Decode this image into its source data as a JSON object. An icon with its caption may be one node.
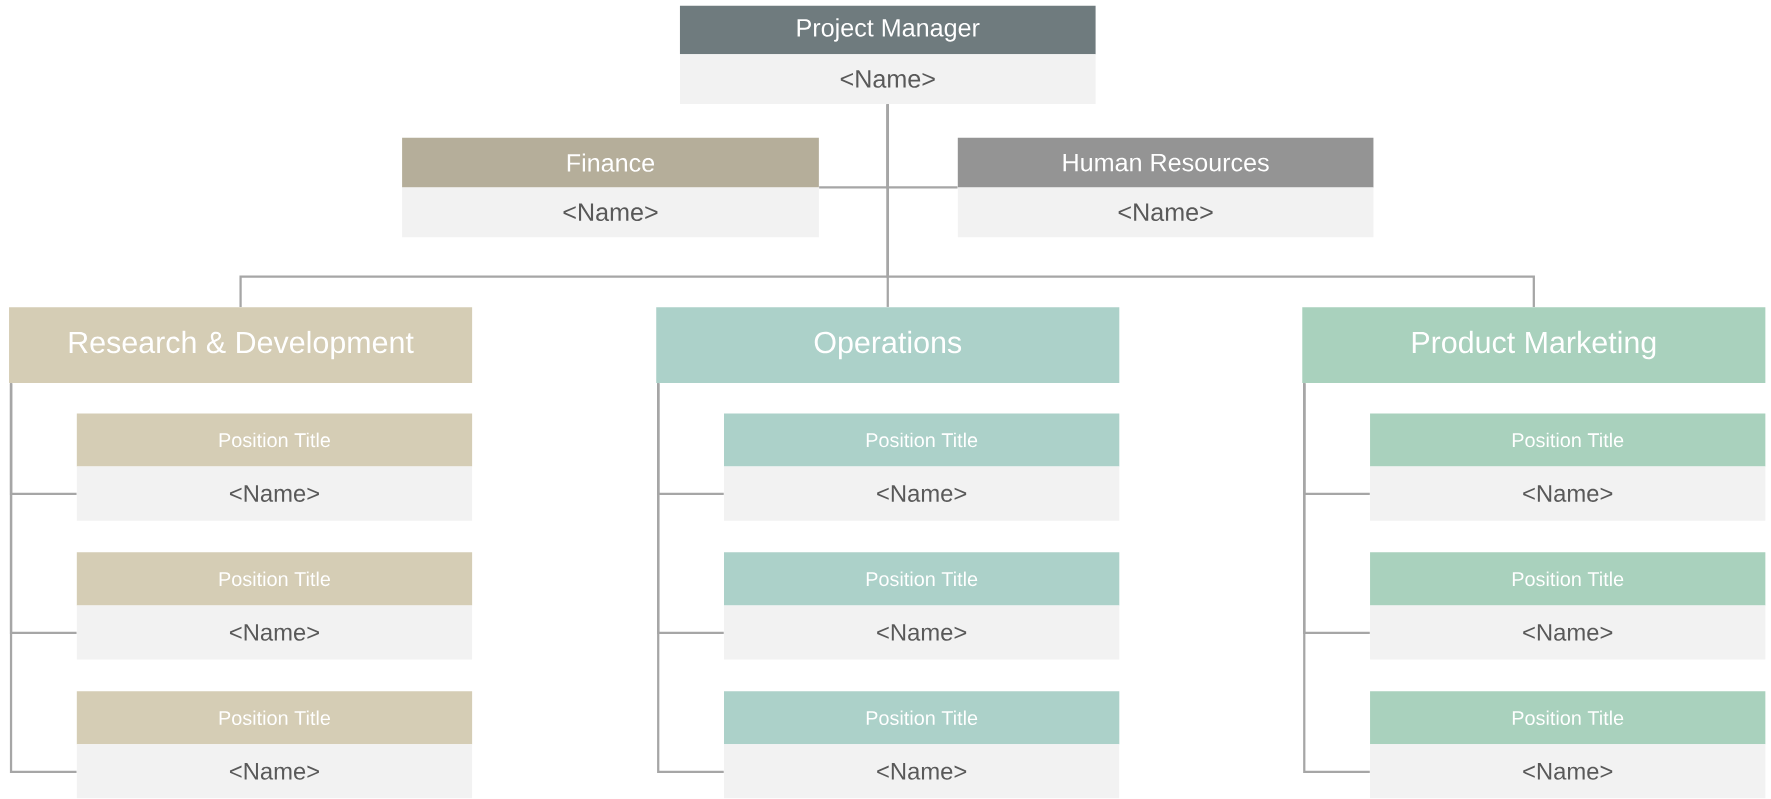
{
  "diagram": {
    "nodes": [
      {
        "text": [
          "Project Manager",
          "<Name>"
        ]
      },
      {
        "text": [
          "Finance",
          "<Name>"
        ]
      },
      {
        "text": [
          "Human Resources",
          "<Name>"
        ]
      },
      {
        "text": [
          "Research & Development"
        ]
      },
      {
        "text": [
          "Position Title",
          "<Name>"
        ]
      },
      {
        "text": [
          "Position Title",
          "<Name>"
        ]
      },
      {
        "text": [
          "Position Title",
          "<Name>"
        ]
      },
      {
        "text": [
          "Operations"
        ]
      },
      {
        "text": [
          "Position Title",
          "<Name>"
        ]
      },
      {
        "text": [
          "Position Title",
          "<Name>"
        ]
      },
      {
        "text": [
          "Position Title",
          "<Name>"
        ]
      },
      {
        "text": [
          "Product Marketing"
        ]
      },
      {
        "text": [
          "Position Title",
          "<Name>"
        ]
      },
      {
        "text": [
          "Position Title",
          "<Name>"
        ]
      },
      {
        "text": [
          "Position Title",
          "<Name>"
        ]
      }
    ],
    "edges": [
      {
        "from": 0,
        "to": 1,
        "arrow": "none"
      },
      {
        "from": 0,
        "to": 2,
        "arrow": "none"
      },
      {
        "from": 0,
        "to": 3,
        "arrow": "none"
      },
      {
        "from": 0,
        "to": 7,
        "arrow": "none"
      },
      {
        "from": 0,
        "to": 11,
        "arrow": "none"
      },
      {
        "from": 3,
        "to": 4,
        "arrow": "none"
      },
      {
        "from": 3,
        "to": 5,
        "arrow": "none"
      },
      {
        "from": 3,
        "to": 6,
        "arrow": "none"
      },
      {
        "from": 7,
        "to": 8,
        "arrow": "none"
      },
      {
        "from": 7,
        "to": 9,
        "arrow": "none"
      },
      {
        "from": 7,
        "to": 10,
        "arrow": "none"
      },
      {
        "from": 11,
        "to": 12,
        "arrow": "none"
      },
      {
        "from": 11,
        "to": 13,
        "arrow": "none"
      },
      {
        "from": 11,
        "to": 14,
        "arrow": "none"
      }
    ]
  }
}
